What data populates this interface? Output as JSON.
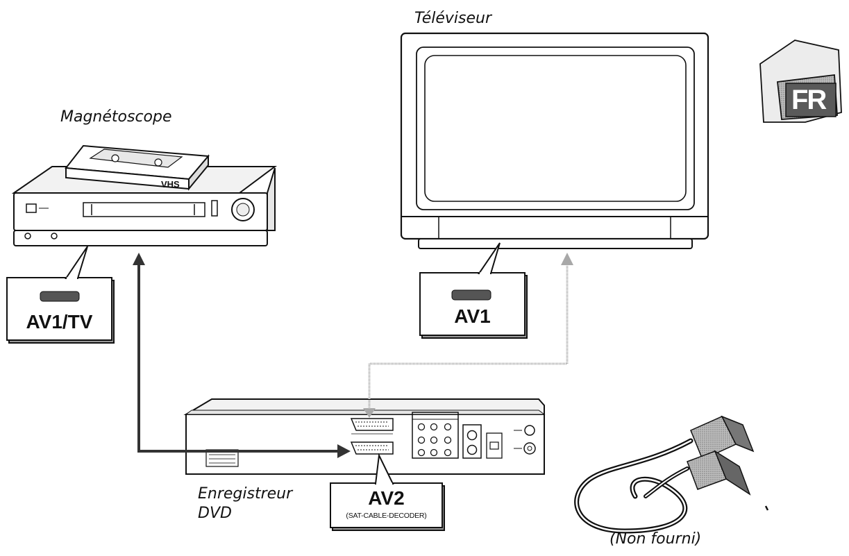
{
  "labels": {
    "vcr": "Magnétoscope",
    "tv": "Téléviseur",
    "recorder_line1": "Enregistreur",
    "recorder_line2": "DVD",
    "cable": "(Non fourni)",
    "language_badge": "FR",
    "cassette_brand": "VHS"
  },
  "callouts": {
    "vcr": {
      "main": "AV1/TV"
    },
    "tv": {
      "main": "AV1"
    },
    "recorder": {
      "main": "AV2",
      "sub": "(SAT-CABLE-DECODER)"
    }
  },
  "colors": {
    "line": "#111111",
    "arrow_left": "#333333",
    "arrow_right": "#a8a8a8",
    "badge_fill": "#555555"
  }
}
